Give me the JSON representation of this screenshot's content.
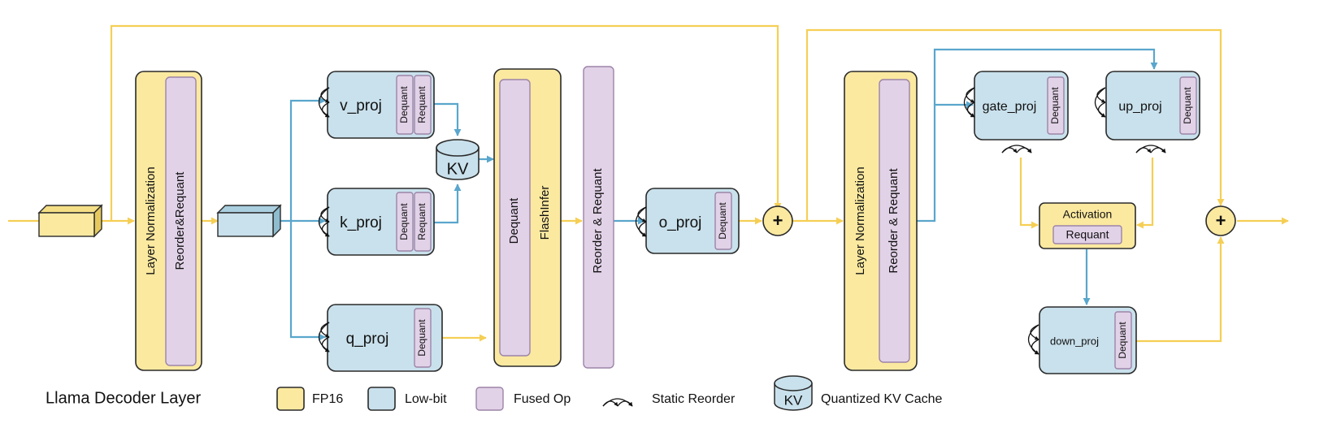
{
  "diagram": {
    "blocks": {
      "ln1": {
        "outer": "Layer Normalization",
        "inner": "Reorder&Requant"
      },
      "v_proj": {
        "name": "v_proj",
        "tags": [
          "Dequant",
          "Requant"
        ]
      },
      "k_proj": {
        "name": "k_proj",
        "tags": [
          "Dequant",
          "Requant"
        ]
      },
      "q_proj": {
        "name": "q_proj",
        "tags": [
          "Dequant"
        ]
      },
      "kv": {
        "label": "KV"
      },
      "flashinfer": {
        "outer": "FlashInfer",
        "inner": "Dequant"
      },
      "reorder_requant": {
        "label": "Reorder & Requant"
      },
      "o_proj": {
        "name": "o_proj",
        "tag": "Dequant"
      },
      "add": {
        "symbol": "+"
      },
      "ln2": {
        "outer": "Layer Normalization",
        "inner": "Reorder & Requant"
      },
      "gate_proj": {
        "name": "gate_proj",
        "tag": "Dequant"
      },
      "up_proj": {
        "name": "up_proj",
        "tag": "Dequant"
      },
      "activation": {
        "title": "Activation",
        "inner": "Requant"
      },
      "down_proj": {
        "name": "down_proj",
        "tag": "Dequant"
      }
    },
    "legend": {
      "title": "Llama Decoder Layer",
      "fp16": "FP16",
      "lowbit": "Low-bit",
      "fused": "Fused Op",
      "reorder": "Static Reorder",
      "kv_icon": "KV",
      "kv": "Quantized KV Cache"
    },
    "colors": {
      "fp16": "#fbe9a0",
      "lowbit": "#c9e1ec",
      "fused": "#e2d2e8",
      "fp16_line": "#f5cf55",
      "lowbit_line": "#5aa6cc"
    }
  }
}
